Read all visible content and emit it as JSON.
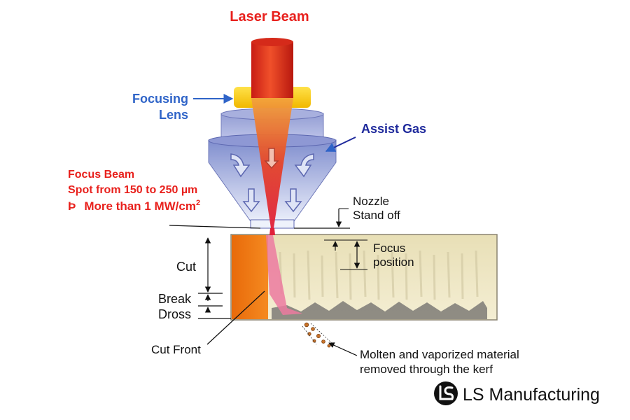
{
  "labels": {
    "laser_beam": "Laser Beam",
    "focusing_lens_line1": "Focusing",
    "focusing_lens_line2": "Lens",
    "assist_gas": "Assist Gas",
    "focus_beam_line1": "Focus Beam",
    "focus_beam_line2": "Spot from 150 to 250 µm",
    "focus_beam_line3_symbol": "Þ",
    "focus_beam_line3_text": "More than 1 MW/cm",
    "focus_beam_line3_sup": "2",
    "nozzle_line1": "Nozzle",
    "nozzle_line2": "Stand off",
    "focus_position_line1": "Focus",
    "focus_position_line2": "position",
    "cut": "Cut",
    "break": "Break",
    "dross": "Dross",
    "cut_front": "Cut Front",
    "molten_line1": "Molten and vaporized material",
    "molten_line2": "removed through the kerf"
  },
  "logo": {
    "text": "LS Manufacturing",
    "icon": "ls-logo-icon"
  },
  "colors": {
    "title_red": "#e8201c",
    "assist_blue": "#1f2a9c",
    "lens_blue": "#2f64c8",
    "beam_red": "#e23a22",
    "lens_yellow": "#f5c400",
    "cut_orange": "#f07a10",
    "material_cream": "#ede3b8"
  }
}
